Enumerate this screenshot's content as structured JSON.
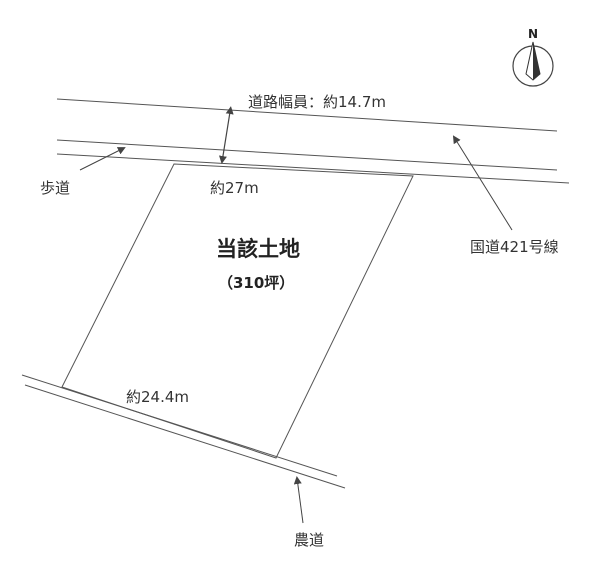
{
  "compass": {
    "label": "N",
    "icon": "north-arrow-icon"
  },
  "road": {
    "width_label": "道路幅員：約14.7m",
    "sidewalk_label": "歩道",
    "national_route_label": "国道421号線"
  },
  "parcel": {
    "title": "当該土地",
    "area": "（310坪）",
    "front_width": "約27m",
    "rear_width": "約24.4m"
  },
  "farm_road": {
    "label": "農道"
  },
  "colors": {
    "line": "#555555",
    "text": "#333333",
    "background": "#ffffff"
  }
}
